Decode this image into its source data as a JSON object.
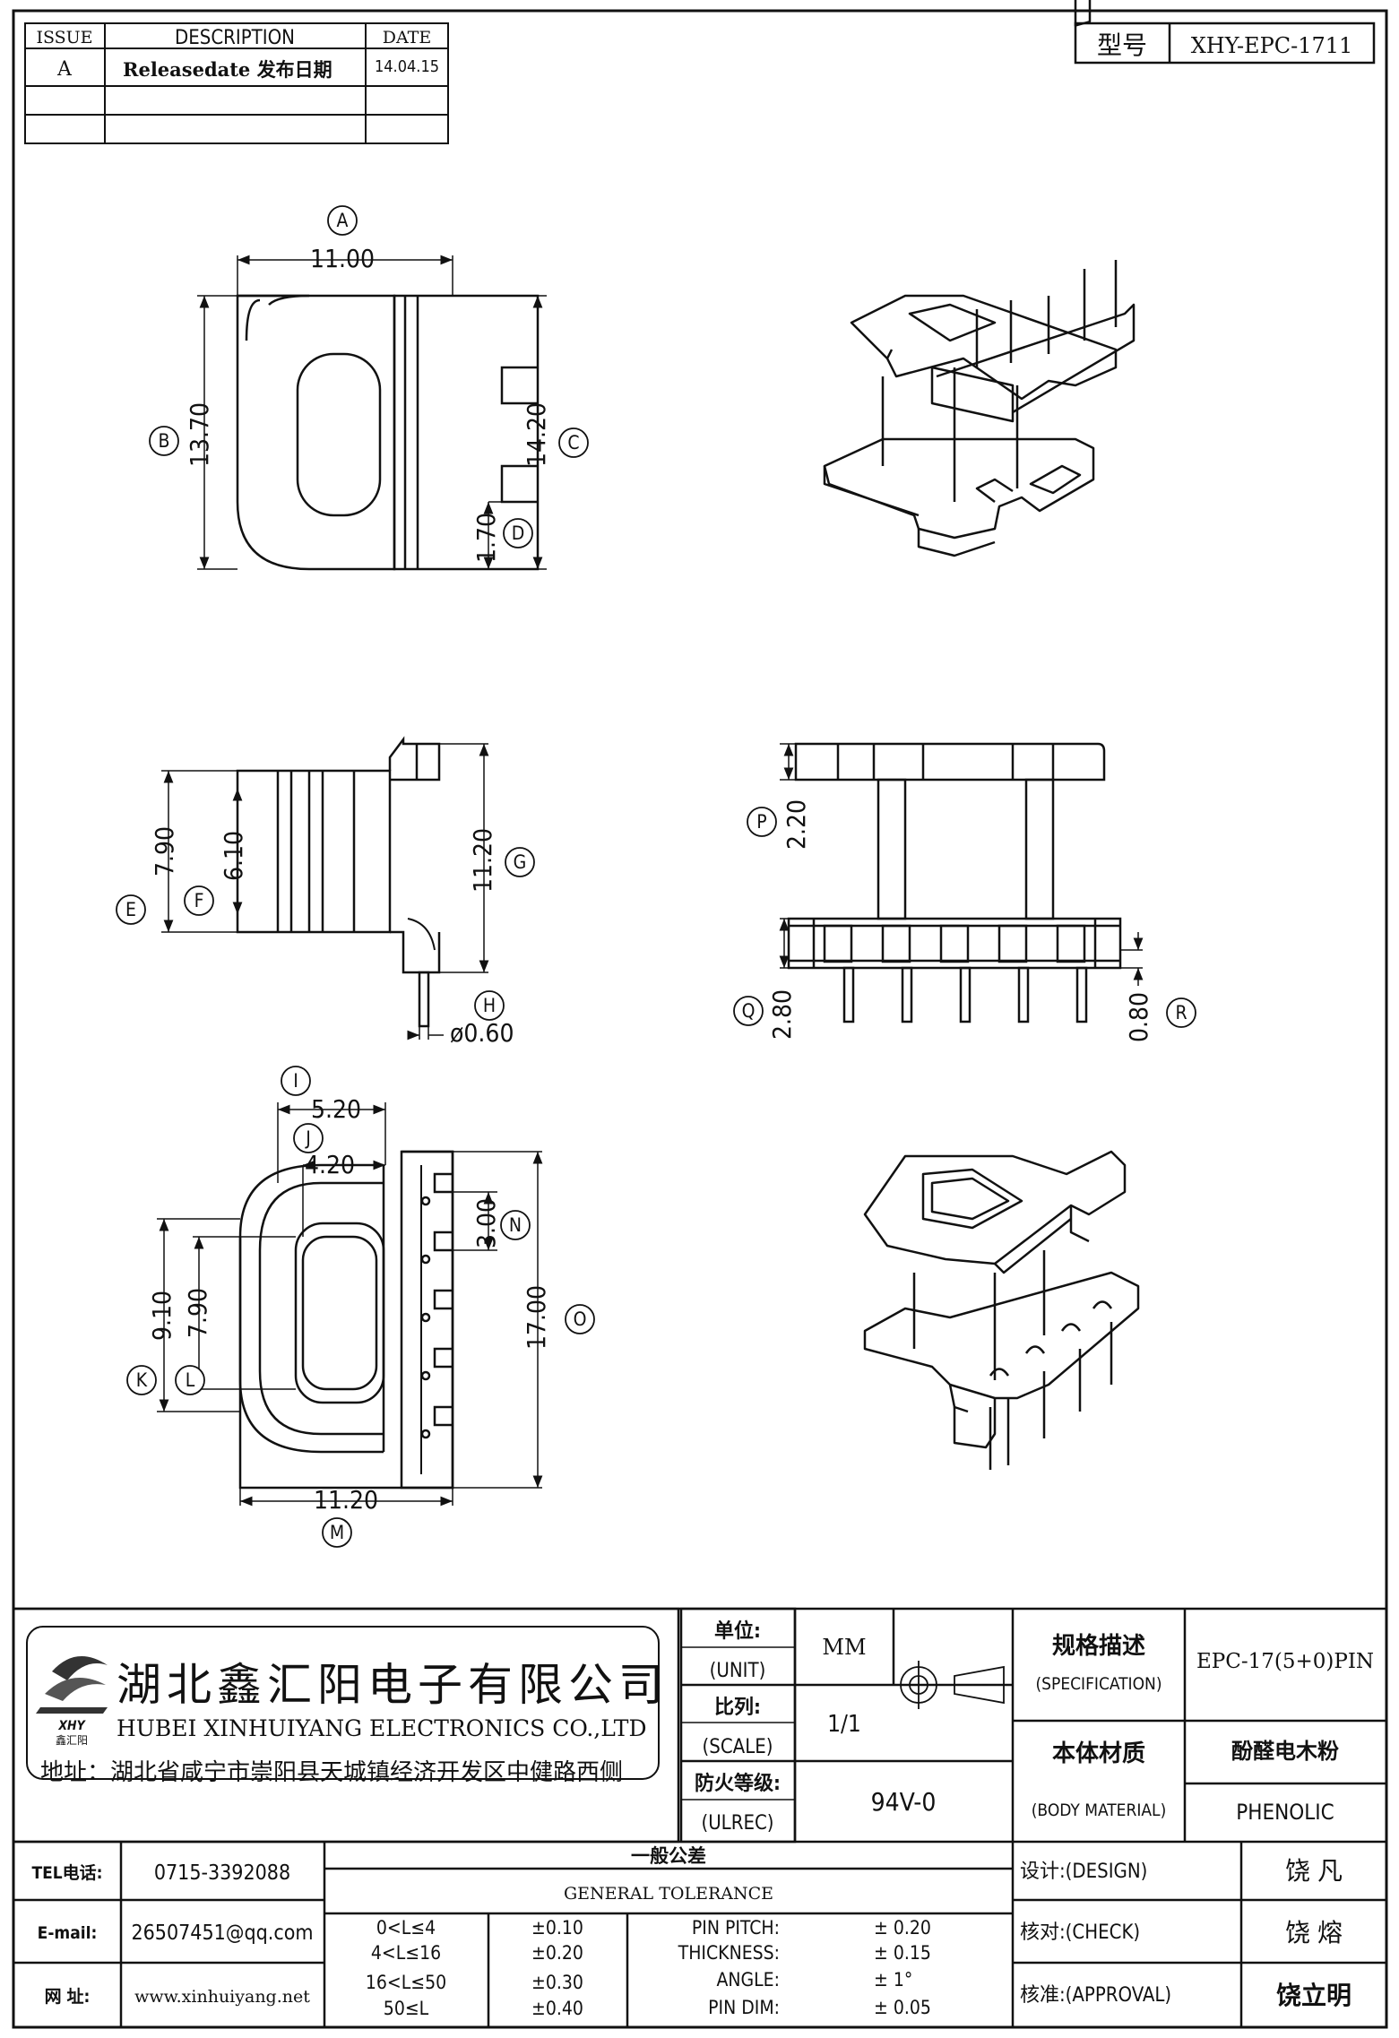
{
  "revision_table": {
    "headers": [
      "ISSUE",
      "DESCRIPTION",
      "DATE"
    ],
    "rows": [
      {
        "issue": "A",
        "description": "Releasedate 发布日期",
        "date": "14.04.15"
      }
    ]
  },
  "model": {
    "label": "型号",
    "value": "XHY-EPC-1711"
  },
  "dimensions": [
    {
      "id": "A",
      "value": "11.00"
    },
    {
      "id": "B",
      "value": "13.70"
    },
    {
      "id": "C",
      "value": "14.20"
    },
    {
      "id": "D",
      "value": "1.70"
    },
    {
      "id": "E",
      "value": "7.90"
    },
    {
      "id": "F",
      "value": "6.10"
    },
    {
      "id": "G",
      "value": "11.20"
    },
    {
      "id": "H",
      "value": "ø0.60"
    },
    {
      "id": "P",
      "value": "2.20"
    },
    {
      "id": "Q",
      "value": "2.80"
    },
    {
      "id": "R",
      "value": "0.80"
    },
    {
      "id": "I",
      "value": "5.20"
    },
    {
      "id": "J",
      "value": "4.20"
    },
    {
      "id": "N",
      "value": "3.00"
    },
    {
      "id": "O",
      "value": "17.00"
    },
    {
      "id": "K",
      "value": "9.10"
    },
    {
      "id": "L",
      "value": "7.90"
    },
    {
      "id": "M",
      "value": "11.20"
    }
  ],
  "company": {
    "name_cn": "湖北鑫汇阳电子有限公司",
    "name_en": "HUBEI XINHUIYANG ELECTRONICS CO.,LTD",
    "address": "地址：湖北省咸宁市崇阳县天城镇经济开发区中健路西侧",
    "logo_text": "XHY",
    "logo_sub": "鑫汇阳",
    "tel_label": "TEL电话:",
    "tel": "0715-3392088",
    "email_label": "E-mail:",
    "email": "26507451@qq.com",
    "web_label": "网  址:",
    "web": "www.xinhuiyang.net"
  },
  "title_block": {
    "unit_cn": "单位:",
    "unit_en": "(UNIT)",
    "unit_value": "MM",
    "scale_cn": "比列:",
    "scale_en": "(SCALE)",
    "scale_value": "1/1",
    "ulrec_cn": "防火等级:",
    "ulrec_en": "(ULREC)",
    "ulrec_value": "94V-0",
    "spec_cn": "规格描述",
    "spec_en": "(SPECIFICATION)",
    "spec_value": "EPC-17(5+0)PIN",
    "material_cn": "本体材质",
    "material_en": "(BODY MATERIAL)",
    "material_cn_value": "酚醛电木粉",
    "material_en_value": "PHENOLIC",
    "design_label": "设计:(DESIGN)",
    "design_name": "饶  凡",
    "check_label": "核对:(CHECK)",
    "check_name": "饶  熔",
    "approval_label": "核准:(APPROVAL)",
    "approval_name": "饶立明"
  },
  "tolerance": {
    "title_cn": "一般公差",
    "title_en": "GENERAL TOLERANCE",
    "ranges": [
      {
        "range": "0<L≤4",
        "tol": "±0.10"
      },
      {
        "range": "4<L≤16",
        "tol": "±0.20"
      },
      {
        "range": "16<L≤50",
        "tol": "±0.30"
      },
      {
        "range": "50≤L",
        "tol": "±0.40"
      }
    ],
    "specials": [
      {
        "label": "PIN PITCH:",
        "value": "±  0.20"
      },
      {
        "label": "THICKNESS:",
        "value": "±  0.15"
      },
      {
        "label": "ANGLE:",
        "value": "±  1°"
      },
      {
        "label": "PIN DIM:",
        "value": "±  0.05"
      }
    ]
  }
}
